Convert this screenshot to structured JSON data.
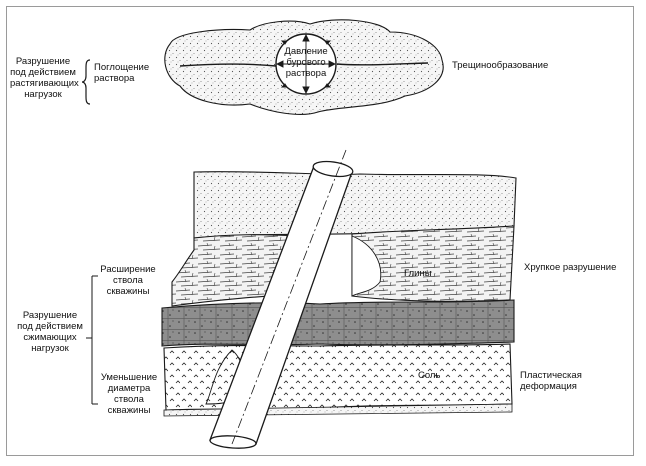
{
  "labels": {
    "tension_failure": "Разрушение\nпод действием\nрастягивающих\nнагрузок",
    "mud_loss": "Поглощение\nраствора",
    "mud_pressure": "Давление\nбурового\nраствора",
    "fracturing": "Трещинообразование",
    "brittle_failure": "Хрупкое разрушение",
    "clays": "Глины",
    "enlargement": "Расширение\nствола\nскважины",
    "compression_failure": "Разрушение\nпод действием\nсжимающих\nнагрузок",
    "salt": "Соль",
    "plastic_deformation": "Пластическая деформация",
    "diameter_reduction": "Уменьшение\nдиаметра\nствола\nскважины"
  },
  "colors": {
    "ink": "#1a1a1a",
    "sand_fill": "#f4f4f4",
    "clay_fill": "#efefef",
    "dark_band_fill": "#9a9a9a",
    "salt_fill": "#ffffff",
    "frame": "#9a9a9a"
  },
  "icons": {
    "bracket": "curly-brace-icon"
  }
}
